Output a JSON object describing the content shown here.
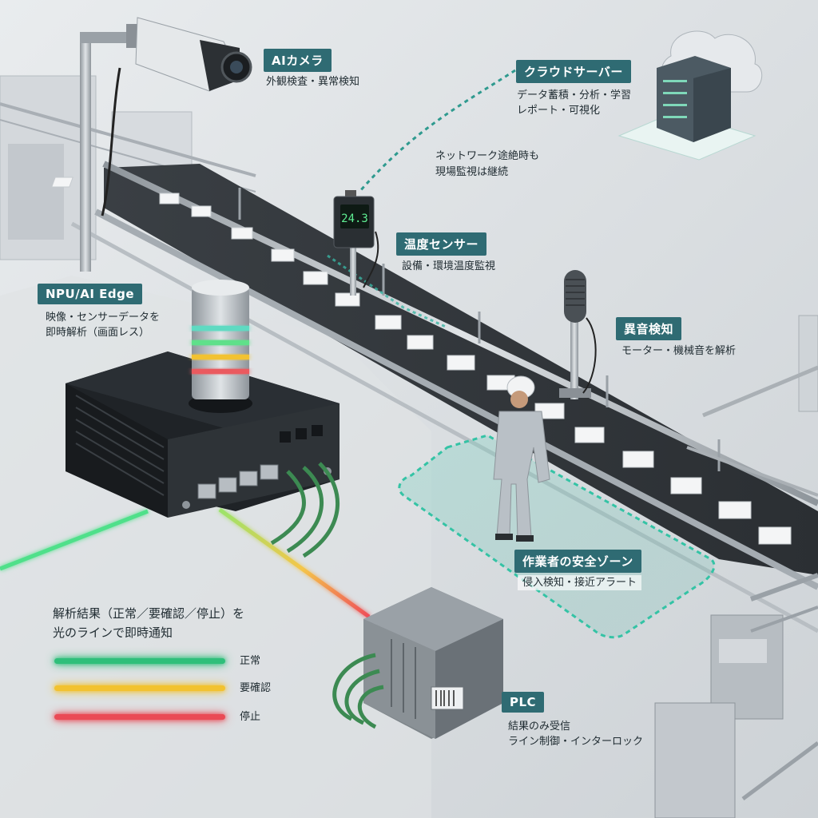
{
  "colors": {
    "accent": "#2f6b73",
    "normal": "#2fbf7a",
    "check": "#f2c230",
    "stop": "#ea4a55",
    "network": "#2f9a8f"
  },
  "camera": {
    "title": "AIカメラ",
    "desc": "外観検査・異常検知",
    "icon": "camera-icon"
  },
  "cloud": {
    "title": "クラウドサーバー",
    "lines": [
      "データ蓄積・分析・学習",
      "レポート・可視化"
    ],
    "icon": "cloud-server-icon"
  },
  "network_note": {
    "lines": [
      "ネットワーク途絶時も",
      "現場監視は継続"
    ]
  },
  "temp_sensor": {
    "title": "温度センサー",
    "desc": "設備・環境温度監視",
    "display": "24.3",
    "icon": "temperature-sensor-icon"
  },
  "edge": {
    "title": "NPU/AI Edge",
    "lines": [
      "映像・センサーデータを",
      "即時解析（画面レス）"
    ],
    "icon": "edge-device-icon"
  },
  "acoustic": {
    "title": "異音検知",
    "desc": "モーター・機械音を解析",
    "icon": "microphone-icon"
  },
  "safety": {
    "title": "作業者の安全ゾーン",
    "desc": "侵入検知・接近アラート",
    "icon": "worker-icon"
  },
  "plc": {
    "title": "PLC",
    "lines": [
      "結果のみ受信",
      "ライン制御・インターロック"
    ],
    "icon": "plc-icon"
  },
  "legend": {
    "title_lines": [
      "解析結果（正常／要確認／停止）を",
      "光のラインで即時通知"
    ],
    "items": [
      {
        "label": "正常",
        "color": "#2fbf7a"
      },
      {
        "label": "要確認",
        "color": "#f2c230"
      },
      {
        "label": "停止",
        "color": "#ea4a55"
      }
    ]
  }
}
